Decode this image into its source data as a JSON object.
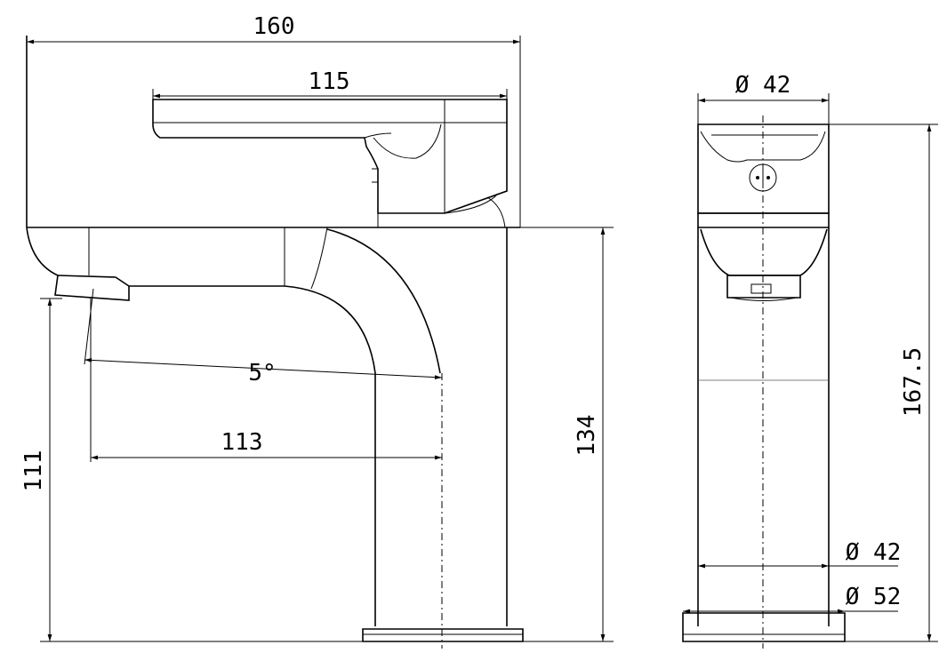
{
  "dimensions": {
    "overall_width": "160",
    "lever_length": "115",
    "spout_angle": "5°",
    "spout_reach": "113",
    "body_height": "134",
    "spout_height": "111",
    "top_diameter": "Ø 42",
    "base_diameter_inner": "Ø 42",
    "base_diameter_outer": "Ø 52",
    "total_height": "167.5"
  }
}
